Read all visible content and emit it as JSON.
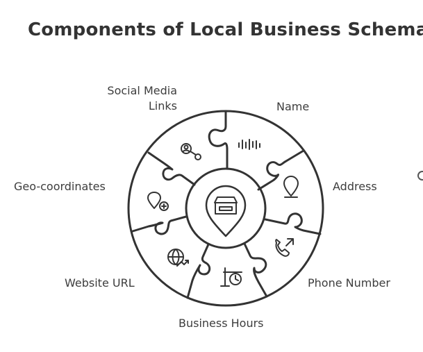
{
  "title": "Components of Local Business Schema",
  "segments": [
    {
      "label": "Name",
      "icon": "waveform-icon"
    },
    {
      "label": "Address",
      "icon": "location-pin-icon"
    },
    {
      "label": "Phone Number",
      "icon": "phone-icon"
    },
    {
      "label": "Business Hours",
      "icon": "clock-sign-icon"
    },
    {
      "label": "Website URL",
      "icon": "globe-trend-icon"
    },
    {
      "label": "Geo-coordinates",
      "icon": "pin-plus-icon"
    },
    {
      "label": "Social Media Links",
      "icon": "user-network-icon"
    }
  ],
  "center_icon": "store-pin-icon",
  "colors": {
    "stroke": "#333333",
    "text": "#3d3d3d",
    "background": "#ffffff"
  }
}
